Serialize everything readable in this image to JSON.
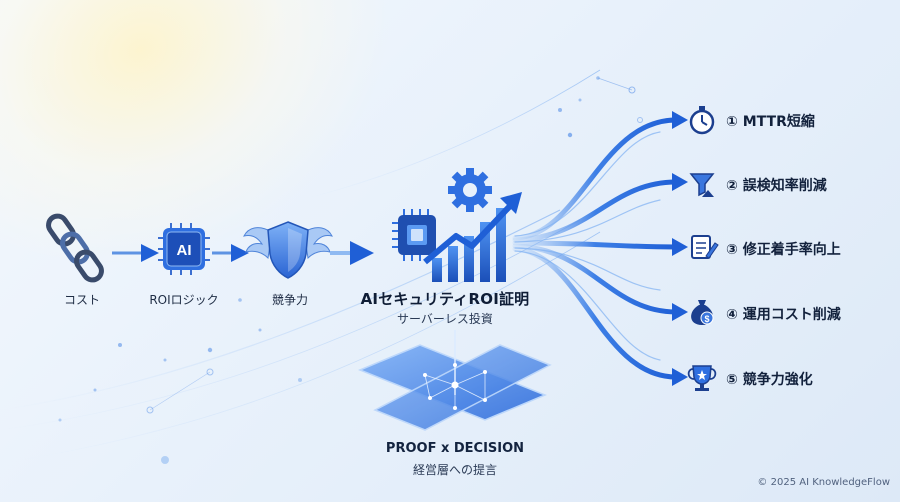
{
  "flow": {
    "chain_label": "コスト",
    "roi_label": "ROIロジック",
    "roi_chip_text": "AI",
    "competitive_label": "競争力"
  },
  "hub": {
    "title": "AIセキュリティROI証明",
    "subtitle": "サーバーレス投資"
  },
  "proof": {
    "title": "PROOF x DECISION",
    "subtitle": "経営層への提言"
  },
  "outcomes": [
    {
      "label": "① MTTR短縮",
      "icon": "stopwatch-icon"
    },
    {
      "label": "② 誤検知率削減",
      "icon": "funnel-icon"
    },
    {
      "label": "③ 修正着手率向上",
      "icon": "clipboard-pen-icon"
    },
    {
      "label": "④ 運用コスト削減",
      "icon": "money-bag-icon"
    },
    {
      "label": "⑤ 競争力強化",
      "icon": "trophy-icon"
    }
  ],
  "footer": {
    "copyright": "© 2025 AI KnowledgeFlow"
  },
  "colors": {
    "primary": "#2f6fe0",
    "dark_blue": "#1c3f8f",
    "light_blue": "#8fbaf2",
    "accent": "#4a90f0"
  }
}
